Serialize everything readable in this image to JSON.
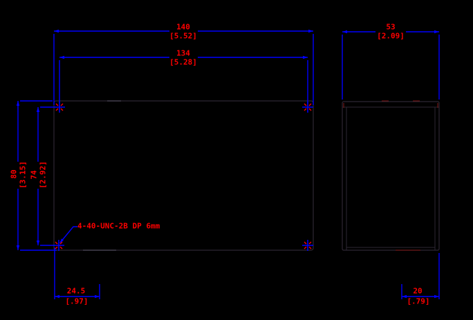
{
  "drawing": {
    "type": "cad-enclosure-drawing",
    "views": [
      "front-view",
      "side-view"
    ]
  },
  "colors": {
    "background": "#000000",
    "dimension": "#0000ff",
    "text": "#ff0000",
    "outline": "#2e2734",
    "hidden": "#6e1414",
    "edge_highlight": "#4e4858"
  },
  "dimensions": {
    "overall_width": {
      "mm": "140",
      "inches": "[5.52]"
    },
    "hole_spacing_horizontal": {
      "mm": "134",
      "inches": "[5.28]"
    },
    "depth": {
      "mm": "53",
      "inches": "[2.09]"
    },
    "overall_height": {
      "mm": "80",
      "inches": "[3.15]"
    },
    "hole_spacing_vertical": {
      "mm": "74",
      "inches": "[2.92]"
    },
    "bottom_left_offset": {
      "mm": "24.5",
      "inches": "[.97]"
    },
    "bottom_right_offset": {
      "mm": "20",
      "inches": "[.79]"
    }
  },
  "annotations": {
    "thread_callout": "4-40-UNC-2B DP 6mm"
  }
}
